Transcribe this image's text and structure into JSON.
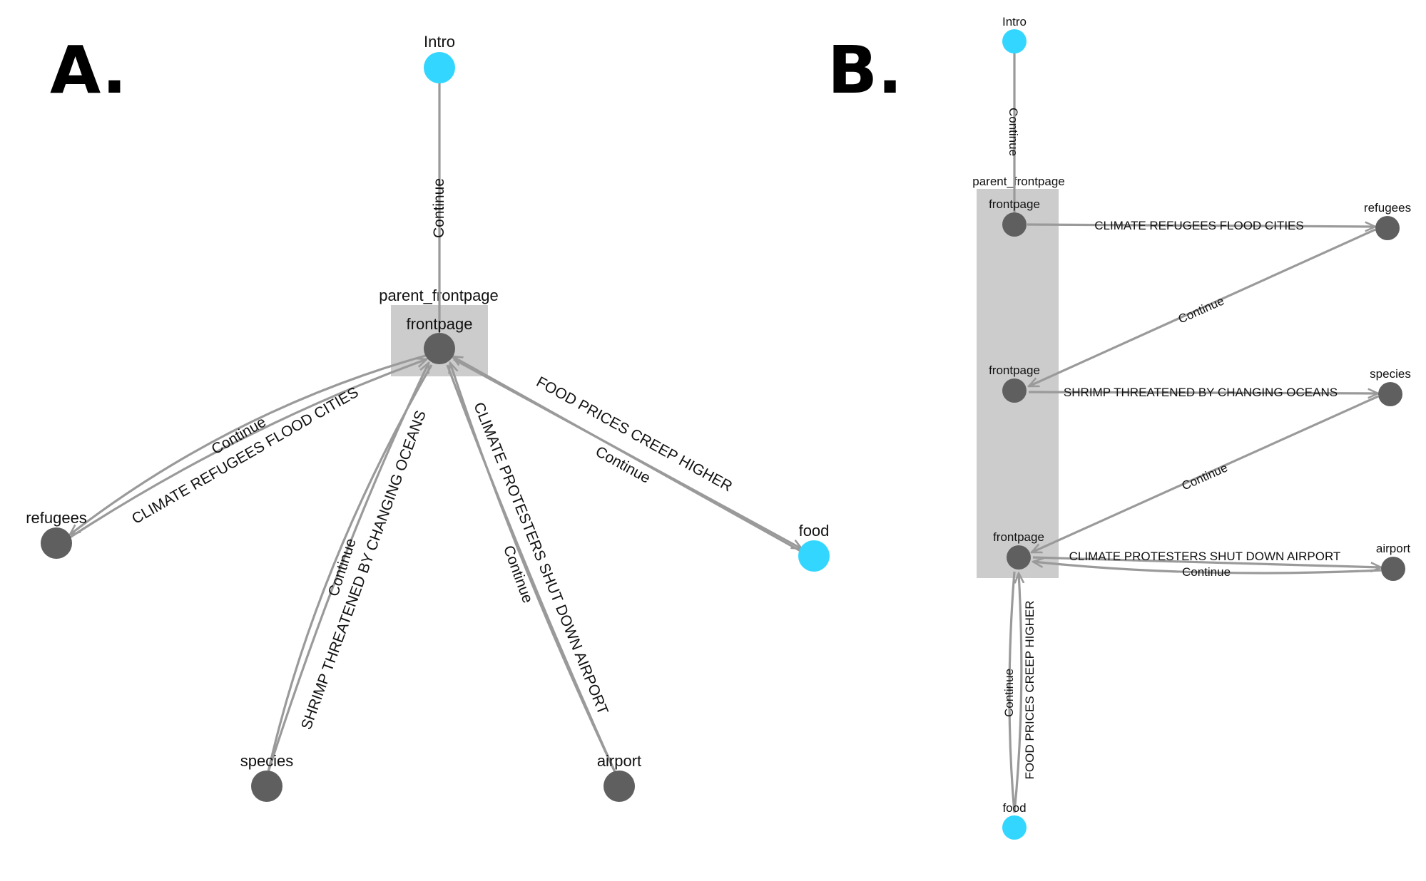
{
  "colors": {
    "node_dark": "#5f5f5f",
    "node_cyan": "#33d6ff",
    "edge": "#9a9a9a",
    "group_box": "#cccccc",
    "text": "#111111"
  },
  "panels": {
    "a": {
      "letter": "A.",
      "group_label": "parent_frontpage",
      "nodes": {
        "intro": "Intro",
        "frontpage": "frontpage",
        "refugees": "refugees",
        "species": "species",
        "airport": "airport",
        "food": "food"
      },
      "edges": {
        "continue_intro": "Continue",
        "climate_refugees": "CLIMATE REFUGEES FLOOD CITIES",
        "continue_refugees": "Continue",
        "shrimp": "SHRIMP THREATENED BY CHANGING OCEANS",
        "continue_species": "Continue",
        "protesters": "CLIMATE PROTESTERS SHUT DOWN AIRPORT",
        "continue_airport": "Continue",
        "food_prices": "FOOD PRICES CREEP HIGHER",
        "continue_food": "Continue"
      }
    },
    "b": {
      "letter": "B.",
      "group_label": "parent_frontpage",
      "nodes": {
        "intro": "Intro",
        "frontpage1": "frontpage",
        "frontpage2": "frontpage",
        "frontpage3": "frontpage",
        "refugees": "refugees",
        "species": "species",
        "airport": "airport",
        "food": "food"
      },
      "edges": {
        "continue_intro": "Continue",
        "climate_refugees": "CLIMATE REFUGEES FLOOD CITIES",
        "continue_refugees": "Continue",
        "shrimp": "SHRIMP THREATENED BY CHANGING OCEANS",
        "continue_species": "Continue",
        "protesters": "CLIMATE PROTESTERS SHUT DOWN AIRPORT",
        "continue_airport": "Continue",
        "food_prices": "FOOD PRICES CREEP HIGHER",
        "continue_food": "Continue"
      }
    }
  }
}
